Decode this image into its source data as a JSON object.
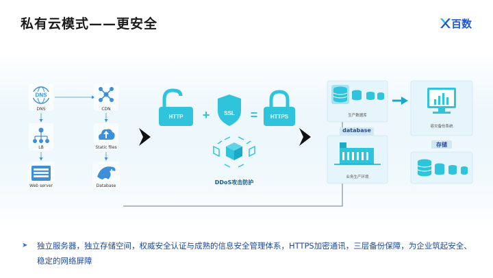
{
  "slide": {
    "title": "私有云模式——更安全",
    "brand": "百数"
  },
  "diagram": {
    "left_nodes": [
      {
        "label": "DNS",
        "icon": "dns-globe-icon"
      },
      {
        "label": "CDN",
        "icon": "network-nodes-icon"
      },
      {
        "label": "LB",
        "icon": "load-balancer-icon"
      },
      {
        "label": "Static files",
        "icon": "cloud-upload-icon"
      },
      {
        "label": "Web server",
        "icon": "web-server-icon"
      },
      {
        "label": "Database",
        "icon": "database-dolphin-icon"
      }
    ],
    "dns_badge": "DNS",
    "security": {
      "http": "HTTP",
      "plus": "+",
      "ssl": "SSL",
      "equals": "=",
      "https": "HTTPS",
      "ddos": "DDoS攻击防护"
    },
    "right": {
      "prod_db": "生产数据库",
      "database_tag": "database",
      "prod_env": "业务生产环境",
      "backup_system": "容灾备份系统",
      "storage_tag": "存储"
    },
    "colors": {
      "accent": "#2fc4dc",
      "accent_dark": "#1aa9c7",
      "node_fill": "#3d8fd8",
      "brand": "#1f54d6"
    }
  },
  "summary": "独立服务器，独立存储空间，权威安全认证与成熟的信息安全管理体系，HTTPS加密通讯，三层备份保障，为企业筑起安全、稳定的网络屏障"
}
